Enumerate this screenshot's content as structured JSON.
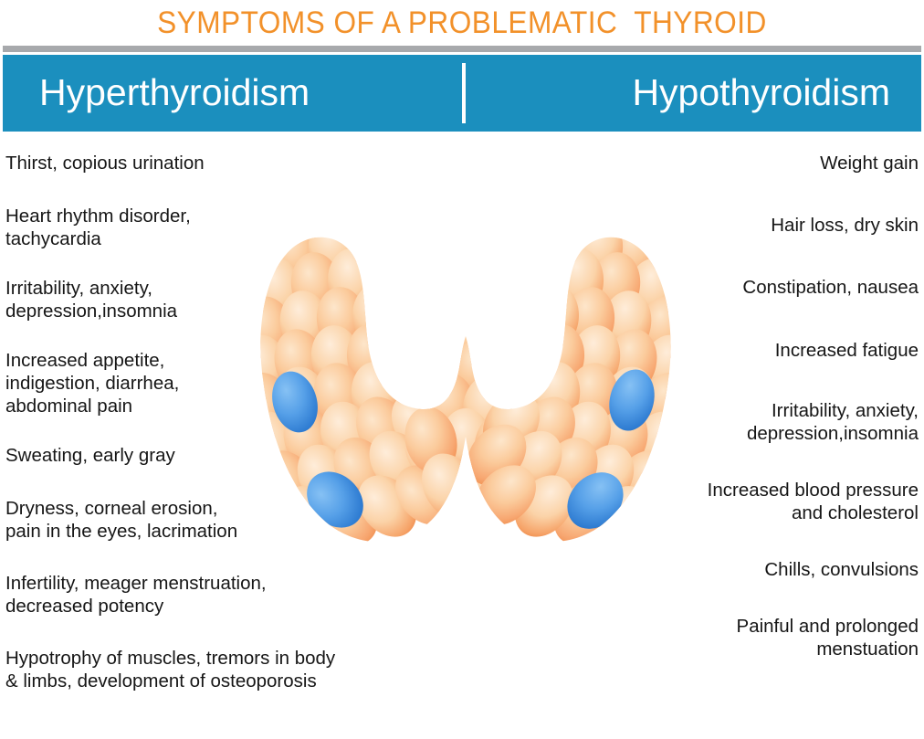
{
  "title": {
    "text": "SYMPTOMS OF A PROBLEMATIC  THYROID",
    "color": "#F2912A"
  },
  "header": {
    "left_label": "Hyperthyroidism",
    "right_label": "Hypothyroidism",
    "band_color": "#1B8FBE",
    "rule_color": "#A7A9AC",
    "divider_color": "#FFFFFF"
  },
  "columns": {
    "left": {
      "heading": "Hyperthyroidism",
      "items": [
        "Thirst, copious urination",
        "Heart rhythm disorder,\ntachycardia",
        "Irritability, anxiety,\ndepression,insomnia",
        "Increased appetite,\nindigestion, diarrhea,\nabdominal pain",
        "Sweating, early gray",
        "Dryness, corneal erosion,\npain in the eyes, lacrimation",
        "Infertility, meager menstruation,\ndecreased potency",
        "Hypotrophy of muscles, tremors in body\n& limbs, development of osteoporosis"
      ]
    },
    "right": {
      "heading": "Hypothyroidism",
      "items": [
        "Weight gain",
        "Hair loss, dry skin",
        "Constipation, nausea",
        "Increased fatigue",
        "Irritability, anxiety,\ndepression,insomnia",
        "Increased blood pressure\nand cholesterol",
        "Chills, convulsions",
        "Painful and prolonged\nmenstuation"
      ]
    }
  },
  "illustration": {
    "name": "thyroid-gland-illustration",
    "follicle_color_light": "#FDE0BC",
    "follicle_color_mid": "#F9B378",
    "follicle_color_dark": "#F28B4B",
    "nodule_color_light": "#6FB2EE",
    "nodule_color_dark": "#2E7FD4",
    "nodule_count": 4
  }
}
